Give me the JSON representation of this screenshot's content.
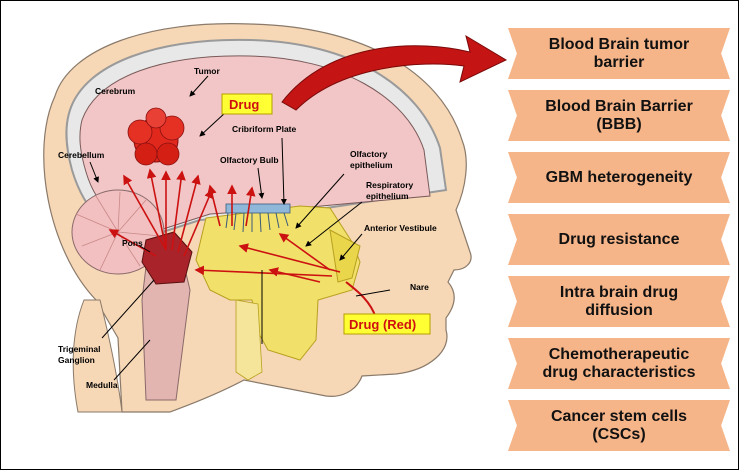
{
  "labels": {
    "tumor": "Tumor",
    "cerebrum": "Cerebrum",
    "drug": "Drug",
    "cribriform_plate": "Cribriform Plate",
    "cerebellum": "Cerebellum",
    "olfactory_bulb": "Olfactory Bulb",
    "olfactory_epithelium_1": "Olfactory",
    "olfactory_epithelium_2": "epithelium",
    "respiratory_epithelium_1": "Respiratory",
    "respiratory_epithelium_2": "epithelium",
    "pons": "Pons",
    "anterior_vestibule": "Anterior Vestibule",
    "nare": "Nare",
    "drug_red": "Drug (Red)",
    "trigeminal_ganglion_1": "Trigeminal",
    "trigeminal_ganglion_2": "Ganglion",
    "medulla": "Medulla"
  },
  "barriers": [
    {
      "line1": "Blood Brain tumor",
      "line2": "barrier"
    },
    {
      "line1": "Blood Brain Barrier",
      "line2": "(BBB)"
    },
    {
      "line1": "GBM heterogeneity",
      "line2": ""
    },
    {
      "line1": "Drug resistance",
      "line2": ""
    },
    {
      "line1": "Intra brain drug",
      "line2": "diffusion"
    },
    {
      "line1": "Chemotherapeutic",
      "line2": "drug characteristics"
    },
    {
      "line1": "Cancer stem cells",
      "line2": "(CSCs)"
    }
  ],
  "colors": {
    "skin": "#f6d7b6",
    "brain": "#f2c6c6",
    "tumor": "#e0281c",
    "nasal": "#f1e06a",
    "barrier_fill": "#f5b589",
    "highlight": "#ffff33",
    "arrow": "#cc1111"
  }
}
